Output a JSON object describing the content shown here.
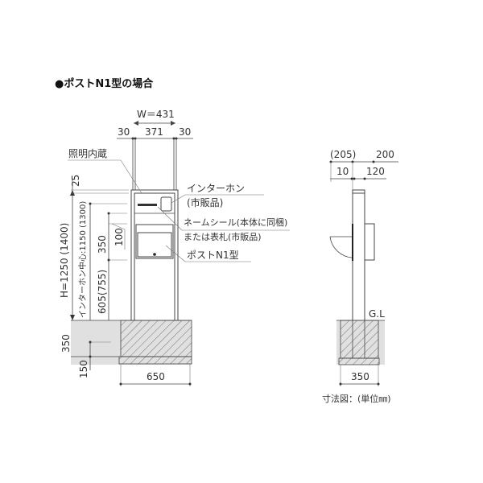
{
  "title": "●ポストN1型の場合",
  "front": {
    "width_total": "W＝431",
    "side_left": "30",
    "inner": "371",
    "side_right": "30",
    "lighting": "照明内蔵",
    "top_gap": "25",
    "height": "H=1250 (1400)",
    "intercom_center": "インターホン中心:1150 (1300)",
    "mail_height": "350",
    "mail_top": "100",
    "mail_bottom": "605(755)",
    "foundation_depth": "350",
    "base_depth": "150",
    "foundation_width": "650",
    "label_intercom": "インターホン",
    "label_intercom_note": "(市販品)",
    "label_nameseal": "ネームシール(本体に同梱)",
    "label_nameplate": "または表札(市販品)",
    "label_post": "ポストN1型"
  },
  "side": {
    "depth_total": "(205)",
    "depth_a": "200",
    "depth_b": "10",
    "depth_c": "120",
    "ground": "G.L",
    "foundation_width": "350"
  },
  "footer": "寸法図：(単位㎜)",
  "colors": {
    "line": "#444444",
    "ground_fill": "#e0e0e0"
  }
}
